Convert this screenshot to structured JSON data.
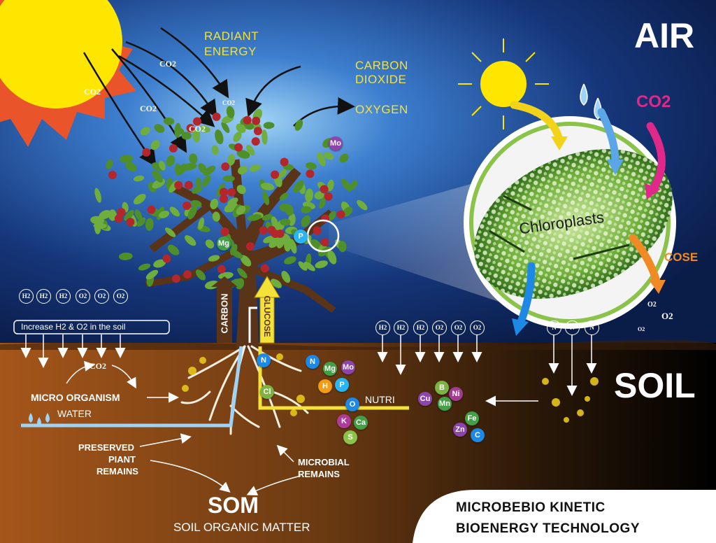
{
  "air": {
    "title": "AIR",
    "radiant_energy": [
      "RADIANT",
      "ENERGY"
    ],
    "carbon_dioxide": [
      "CARBON",
      "DIOXIDE"
    ],
    "oxygen": "OXYGEN",
    "co2_arrow_labels": [
      "CO2",
      "CO2",
      "CO2",
      "CO2",
      "CO2"
    ]
  },
  "tree": {
    "carbon": "CARBON",
    "glucose": "GLUCOSE",
    "nutrient_labels": [
      "Mo",
      "Mg",
      "P"
    ]
  },
  "chloroplast": {
    "label": "Chloroplasts",
    "co2": "CO2",
    "cose": "COSE",
    "o2_labels": [
      "O2",
      "O2",
      "O2"
    ]
  },
  "soil": {
    "title": "SOIL",
    "increase_label": "Increase H2 & O2 in the soil",
    "left_molecules": [
      "H2",
      "H2",
      "H2",
      "O2",
      "O2",
      "O2"
    ],
    "right_molecules": [
      "H2",
      "H2",
      "H2",
      "O2",
      "O2",
      "O2"
    ],
    "nitrogen": [
      "N",
      "N",
      "N"
    ],
    "co2": "CO2",
    "micro_organism": "MICRO ORGANISM",
    "water": "WATER",
    "nutri": "NUTRI",
    "preserved": [
      "PRESERVED",
      "PIANT",
      "REMAINS"
    ],
    "microbial": [
      "MICROBIAL",
      "REMAINS"
    ],
    "som": "SOM",
    "som_full": "SOIL ORGANIC MATTER"
  },
  "elements_root": [
    {
      "sym": "N",
      "color": "#1e88e5"
    },
    {
      "sym": "Cl",
      "color": "#7cb342"
    },
    {
      "sym": "N",
      "color": "#1e88e5"
    },
    {
      "sym": "Mg",
      "color": "#43a047"
    },
    {
      "sym": "Mo",
      "color": "#8e44ad"
    },
    {
      "sym": "H",
      "color": "#f39c12"
    },
    {
      "sym": "P",
      "color": "#29b6f6"
    },
    {
      "sym": "O",
      "color": "#1e88e5"
    },
    {
      "sym": "K",
      "color": "#b03a9a"
    },
    {
      "sym": "Ca",
      "color": "#43a047"
    },
    {
      "sym": "S",
      "color": "#8bc34a"
    }
  ],
  "elements_soil": [
    {
      "sym": "B",
      "color": "#7cb342"
    },
    {
      "sym": "Cu",
      "color": "#8e44ad"
    },
    {
      "sym": "Ni",
      "color": "#a23c8e"
    },
    {
      "sym": "Mn",
      "color": "#43a047"
    },
    {
      "sym": "Fe",
      "color": "#43a047"
    },
    {
      "sym": "Zn",
      "color": "#8e44ad"
    },
    {
      "sym": "C",
      "color": "#1e88e5"
    }
  ],
  "banner": {
    "line1": "MICROBEBIO KINETIC",
    "line2": "BIOENERGY TECHNOLOGY"
  },
  "colors": {
    "sky_top": "#0c2356",
    "sky_glow": "#3d7fcf",
    "soil_left": "#a5561a",
    "soil_right": "#000000",
    "label_yellow": "#f3e23a",
    "sun": "#ffe600",
    "leaf": "#6fae3c",
    "apple": "#b3262b"
  }
}
